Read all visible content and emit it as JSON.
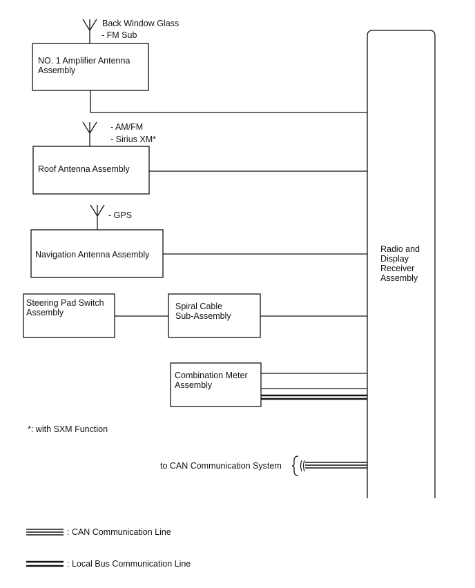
{
  "components": {
    "amp": {
      "line1": "NO. 1 Amplifier Antenna",
      "line2": "Assembly"
    },
    "roof": {
      "line1": "Roof Antenna Assembly"
    },
    "nav": {
      "line1": "Navigation Antenna Assembly"
    },
    "steering": {
      "line1": "Steering Pad Switch",
      "line2": "Assembly"
    },
    "spiral": {
      "line1": "Spiral Cable",
      "line2": "Sub-Assembly"
    },
    "meter": {
      "line1": "Combination Meter",
      "line2": "Assembly"
    },
    "radio": {
      "line1": "Radio and",
      "line2": "Display",
      "line3": "Receiver",
      "line4": "Assembly"
    }
  },
  "antenna_labels": {
    "amp_line1": "Back Window Glass",
    "amp_line2": "- FM Sub",
    "roof_line1": "- AM/FM",
    "roof_line2": "- Sirius XM*",
    "nav_line1": "- GPS"
  },
  "notes": {
    "footnote": "*: with SXM Function",
    "can_system": "to CAN Communication System"
  },
  "legend": {
    "can": ": CAN Communication Line",
    "local_bus": ": Local Bus Communication Line"
  }
}
